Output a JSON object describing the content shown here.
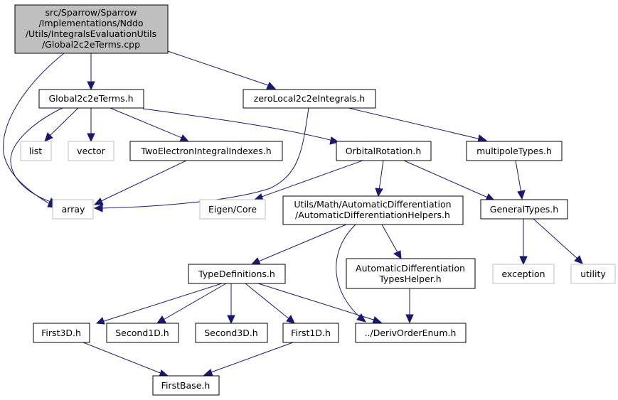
{
  "nodes": {
    "root": {
      "lines": [
        "src/Sparrow/Sparrow",
        "/Implementations/Nddo",
        "/Utils/IntegralsEvaluationUtils",
        "/Global2c2eTerms.cpp"
      ]
    },
    "g2h": {
      "lines": [
        "Global2c2eTerms.h"
      ]
    },
    "zl": {
      "lines": [
        "zeroLocal2c2eIntegrals.h"
      ]
    },
    "list": {
      "lines": [
        "list"
      ]
    },
    "vector": {
      "lines": [
        "vector"
      ]
    },
    "teii": {
      "lines": [
        "TwoElectronIntegralIndexes.h"
      ]
    },
    "orb": {
      "lines": [
        "OrbitalRotation.h"
      ]
    },
    "mpt": {
      "lines": [
        "multipoleTypes.h"
      ]
    },
    "array": {
      "lines": [
        "array"
      ]
    },
    "eigen": {
      "lines": [
        "Eigen/Core"
      ]
    },
    "adh": {
      "lines": [
        "Utils/Math/AutomaticDifferentiation",
        "/AutomaticDifferentiationHelpers.h"
      ]
    },
    "gt": {
      "lines": [
        "GeneralTypes.h"
      ]
    },
    "exc": {
      "lines": [
        "exception"
      ]
    },
    "util": {
      "lines": [
        "utility"
      ]
    },
    "td": {
      "lines": [
        "TypeDefinitions.h"
      ]
    },
    "adth": {
      "lines": [
        "AutomaticDifferentiation",
        "TypesHelper.h"
      ]
    },
    "f3d": {
      "lines": [
        "First3D.h"
      ]
    },
    "s1d": {
      "lines": [
        "Second1D.h"
      ]
    },
    "s3d": {
      "lines": [
        "Second3D.h"
      ]
    },
    "f1d": {
      "lines": [
        "First1D.h"
      ]
    },
    "doe": {
      "lines": [
        "../DerivOrderEnum.h"
      ]
    },
    "fb": {
      "lines": [
        "FirstBase.h"
      ]
    }
  },
  "colors": {
    "edge": "#191970",
    "root_fill": "#bfbfbf",
    "external_border": "#bfbfbf"
  }
}
